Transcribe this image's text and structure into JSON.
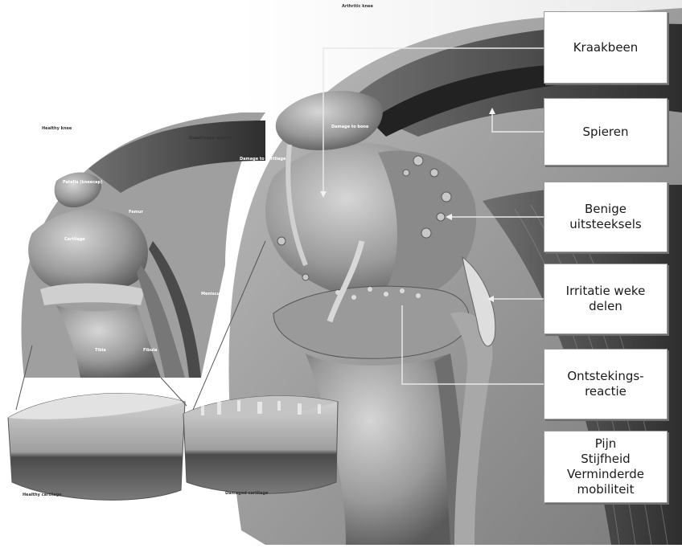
{
  "callouts": {
    "cartilage": "Kraakbeen",
    "muscles": "Spieren",
    "bony_growths": [
      "Benige",
      "uitsteeksels"
    ],
    "soft_tissue": [
      "Irritatie weke",
      "delen"
    ],
    "inflammation": [
      "Ontstekings-",
      "reactie"
    ],
    "symptoms": [
      "Pijn",
      "Stijfheid",
      "Verminderde",
      "mobiliteit"
    ]
  },
  "illustration_labels": {
    "arthritic_knee": "Arthritic knee",
    "healthy_knee": "Healthy knee",
    "patella": "Patella (kneecap)",
    "femur": "Femur",
    "cartilage": "Cartilage",
    "meniscus": "Meniscus",
    "tibia": "Tibia",
    "fibula": "Fibula",
    "quadriceps": "Quadriceps muscle",
    "damage_bone": "Damage to bone",
    "damage_cartilage": "Damage to cartilage",
    "healthy_cartilage": "Healthy cartilage",
    "damaged_cartilage": "Damaged cartilage"
  },
  "colors": {
    "callout_border": "#9a9a9a",
    "leader_line": "#e8e8e8"
  }
}
